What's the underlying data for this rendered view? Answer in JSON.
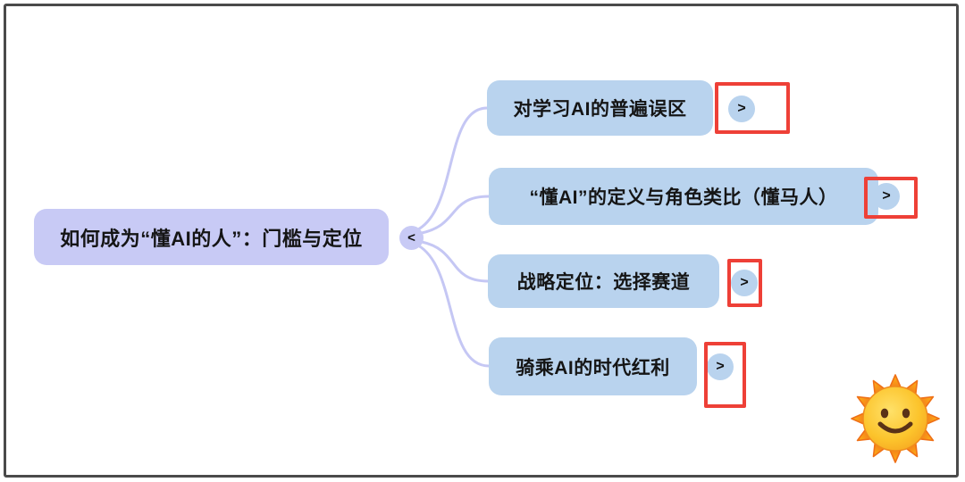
{
  "mindmap": {
    "root": {
      "label": "如何成为“懂AI的人”：门槛与定位",
      "collapse_glyph": "<"
    },
    "children": [
      {
        "label": "对学习AI的普遍误区",
        "expand_glyph": ">"
      },
      {
        "label": "“懂AI”的定义与角色类比（懂马人）",
        "expand_glyph": ">"
      },
      {
        "label": "战略定位：选择赛道",
        "expand_glyph": ">"
      },
      {
        "label": "骑乘AI的时代红利",
        "expand_glyph": ">"
      }
    ]
  },
  "annotations": {
    "highlight_count": 4,
    "highlight_color": "#ee4037"
  },
  "icons": {
    "sticker": "sun-with-face-emoji"
  },
  "colors": {
    "root_fill": "#c8caf5",
    "child_fill": "#b9d3ee",
    "connector": "#c5c7f4",
    "frame_border": "#4a4a4a",
    "text": "#151515",
    "background": "#ffffff"
  }
}
